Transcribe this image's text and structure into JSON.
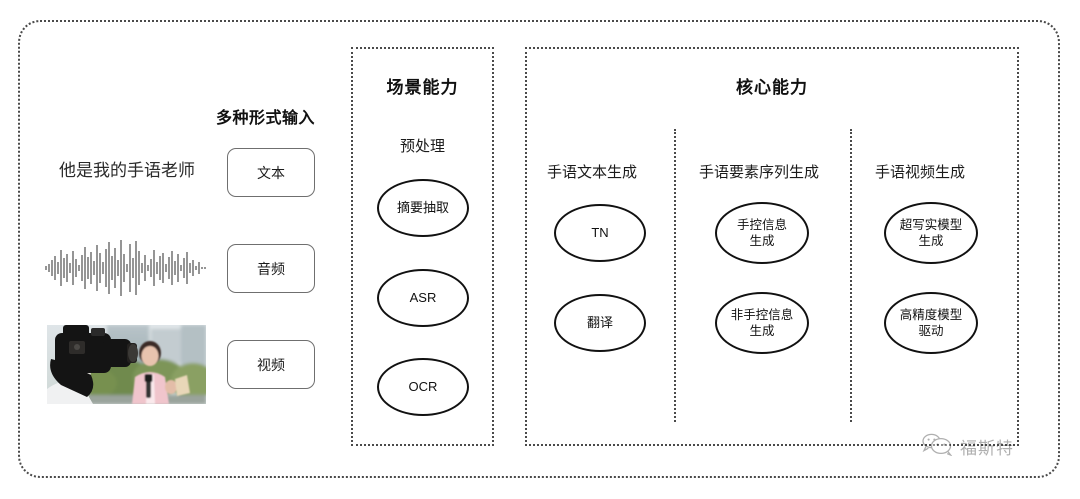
{
  "diagram": {
    "input_section": {
      "heading": "多种形式输入",
      "sample_text": "他是我的手语老师",
      "modality_buttons": [
        {
          "label": "文本",
          "icon": "text-sample"
        },
        {
          "label": "音频",
          "icon": "audio-waveform"
        },
        {
          "label": "视频",
          "icon": "video-thumbnail"
        }
      ]
    },
    "scene_panel": {
      "title": "场景能力",
      "group_label": "预处理",
      "nodes": [
        {
          "label": "摘要抽取"
        },
        {
          "label": "ASR"
        },
        {
          "label": "OCR"
        }
      ]
    },
    "core_panel": {
      "title": "核心能力",
      "columns": [
        {
          "heading": "手语文本生成",
          "nodes": [
            {
              "label": "TN"
            },
            {
              "label": "翻译"
            }
          ]
        },
        {
          "heading": "手语要素序列生成",
          "nodes": [
            {
              "label": "手控信息\n生成",
              "line1": "手控信息",
              "line2": "生成"
            },
            {
              "label": "非手控信息\n生成",
              "line1": "非手控信息",
              "line2": "生成"
            }
          ]
        },
        {
          "heading": "手语视频生成",
          "nodes": [
            {
              "label": "超写实模型\n生成",
              "line1": "超写实模型",
              "line2": "生成"
            },
            {
              "label": "高精度模型\n驱动",
              "line1": "高精度模型",
              "line2": "驱动"
            }
          ]
        }
      ]
    },
    "watermark": {
      "icon": "wechat-bubbles-icon",
      "text": "福斯特"
    },
    "colors": {
      "border": "#4a4a4a",
      "node_stroke": "#111111",
      "text": "#1b1b1b",
      "background": "#ffffff"
    }
  }
}
